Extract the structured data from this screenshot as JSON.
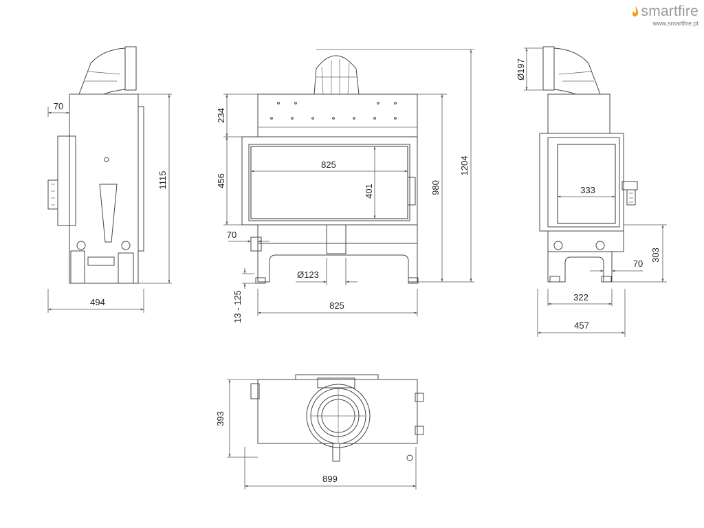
{
  "brand": {
    "name": "smartfire",
    "url": "www.smartfire.pt",
    "accent_color": "#f29f1a",
    "icon": "flame-icon"
  },
  "side_view_left": {
    "dim_depth": "494",
    "dim_height": "1115",
    "dim_offset": "70"
  },
  "front_view": {
    "dim_top_section": "234",
    "dim_door_height": "456",
    "dim_glass_width": "825",
    "dim_glass_height": "401",
    "dim_total_height": "1204",
    "dim_body_height": "980",
    "dim_offset": "70",
    "dim_air_inlet": "Ø123",
    "dim_leg_adjust": "13 - 125",
    "dim_base_width": "825"
  },
  "side_view_right": {
    "dim_flue": "Ø197",
    "dim_glass_width": "333",
    "dim_lower_height": "303",
    "dim_offset": "70",
    "dim_base_depth": "322",
    "dim_depth": "457"
  },
  "top_view": {
    "dim_depth": "393",
    "dim_width": "899"
  }
}
